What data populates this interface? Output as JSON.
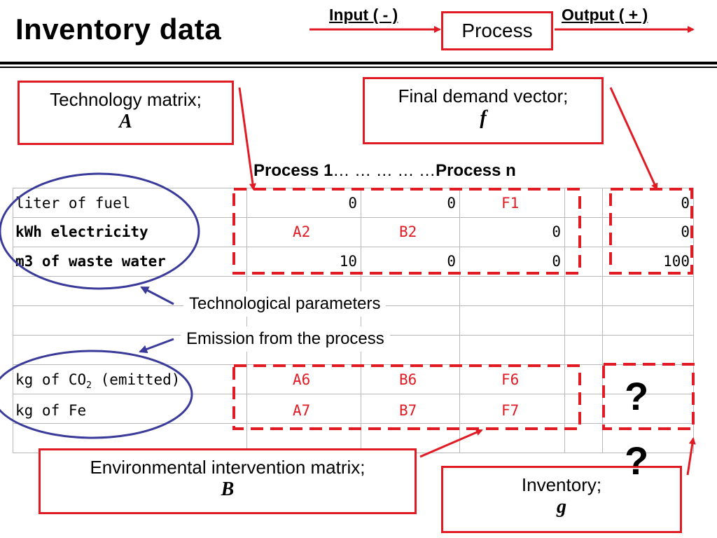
{
  "title": "Inventory data",
  "flow": {
    "input_label": "Input ( - )",
    "process_label": "Process",
    "output_label": "Output ( + )"
  },
  "boxes": {
    "technology_matrix": {
      "label": "Technology matrix;",
      "symbol": "A"
    },
    "final_demand": {
      "label": "Final demand vector;",
      "symbol": "f"
    },
    "env_matrix": {
      "label": "Environmental intervention matrix;",
      "symbol": "B"
    },
    "inventory": {
      "label": "Inventory;",
      "symbol": "g"
    }
  },
  "process_header": {
    "first": "Process 1",
    "dots": "… … … … …",
    "last": "Process n"
  },
  "table": {
    "rows": [
      {
        "label": "liter of fuel",
        "c1": "0",
        "c2": "0",
        "c3": "F1",
        "f": "0"
      },
      {
        "label": "kWh electricity",
        "c1": "A2",
        "c2": "B2",
        "c3": "0",
        "f": "0"
      },
      {
        "label": "m3 of waste water",
        "c1": "10",
        "c2": "0",
        "c3": "0",
        "f": "100"
      },
      {
        "label": "kg of CO",
        "sub": "2",
        "suffix": " (emitted)",
        "c1": "A6",
        "c2": "B6",
        "c3": "F6"
      },
      {
        "label": "kg of Fe",
        "c1": "A7",
        "c2": "B7",
        "c3": "F7"
      }
    ]
  },
  "callouts": {
    "technological_parameters": "Technological parameters",
    "emission": "Emission from the process"
  },
  "question_marks": [
    "?",
    "?"
  ],
  "colors": {
    "accent": "#e01b24",
    "ellipse": "#3a3a9a",
    "grid": "#b8b8b8"
  }
}
